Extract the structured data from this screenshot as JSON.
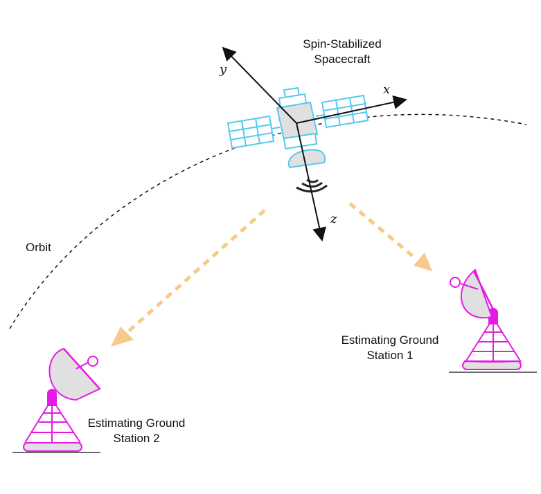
{
  "title": {
    "line1": "Spin-Stabilized",
    "line2": "Spacecraft"
  },
  "orbit_label": "Orbit",
  "axes": {
    "x": "x",
    "y": "y",
    "z": "z"
  },
  "station1": {
    "line1": "Estimating Ground",
    "line2": "Station 1"
  },
  "station2": {
    "line1": "Estimating Ground",
    "line2": "Station 2"
  },
  "colors": {
    "spacecraft": "#55c8f0",
    "antenna": "#e619e6",
    "signal_arrow": "#f7c98a",
    "axis": "#111111",
    "fill": "#e0e0e0"
  }
}
